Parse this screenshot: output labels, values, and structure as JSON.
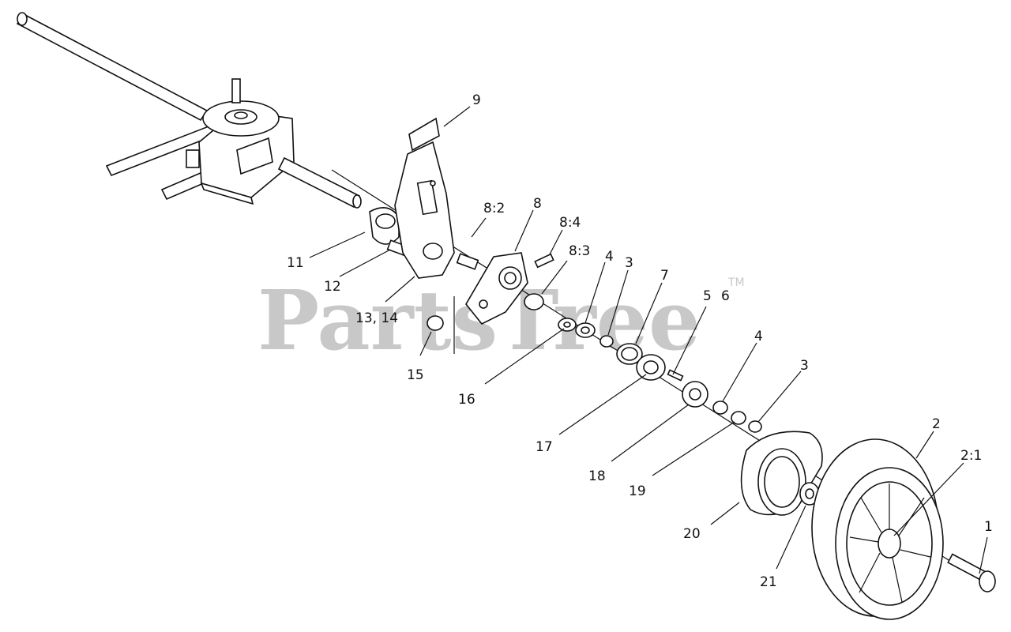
{
  "watermark": {
    "text": "PartsTree",
    "tm": "TM"
  },
  "callouts": [
    {
      "id": "9",
      "label": "9"
    },
    {
      "id": "8-2",
      "label": "8:2"
    },
    {
      "id": "8",
      "label": "8"
    },
    {
      "id": "8-4",
      "label": "8:4"
    },
    {
      "id": "8-3",
      "label": "8:3"
    },
    {
      "id": "4a",
      "label": "4"
    },
    {
      "id": "3a",
      "label": "3"
    },
    {
      "id": "7",
      "label": "7"
    },
    {
      "id": "5",
      "label": "5"
    },
    {
      "id": "6",
      "label": "6"
    },
    {
      "id": "4b",
      "label": "4"
    },
    {
      "id": "3b",
      "label": "3"
    },
    {
      "id": "2",
      "label": "2"
    },
    {
      "id": "2-1",
      "label": "2:1"
    },
    {
      "id": "1",
      "label": "1"
    },
    {
      "id": "11",
      "label": "11"
    },
    {
      "id": "12",
      "label": "12"
    },
    {
      "id": "13-14",
      "label": "13, 14"
    },
    {
      "id": "15",
      "label": "15"
    },
    {
      "id": "16",
      "label": "16"
    },
    {
      "id": "17",
      "label": "17"
    },
    {
      "id": "18",
      "label": "18"
    },
    {
      "id": "19",
      "label": "19"
    },
    {
      "id": "20",
      "label": "20"
    },
    {
      "id": "21",
      "label": "21"
    }
  ]
}
